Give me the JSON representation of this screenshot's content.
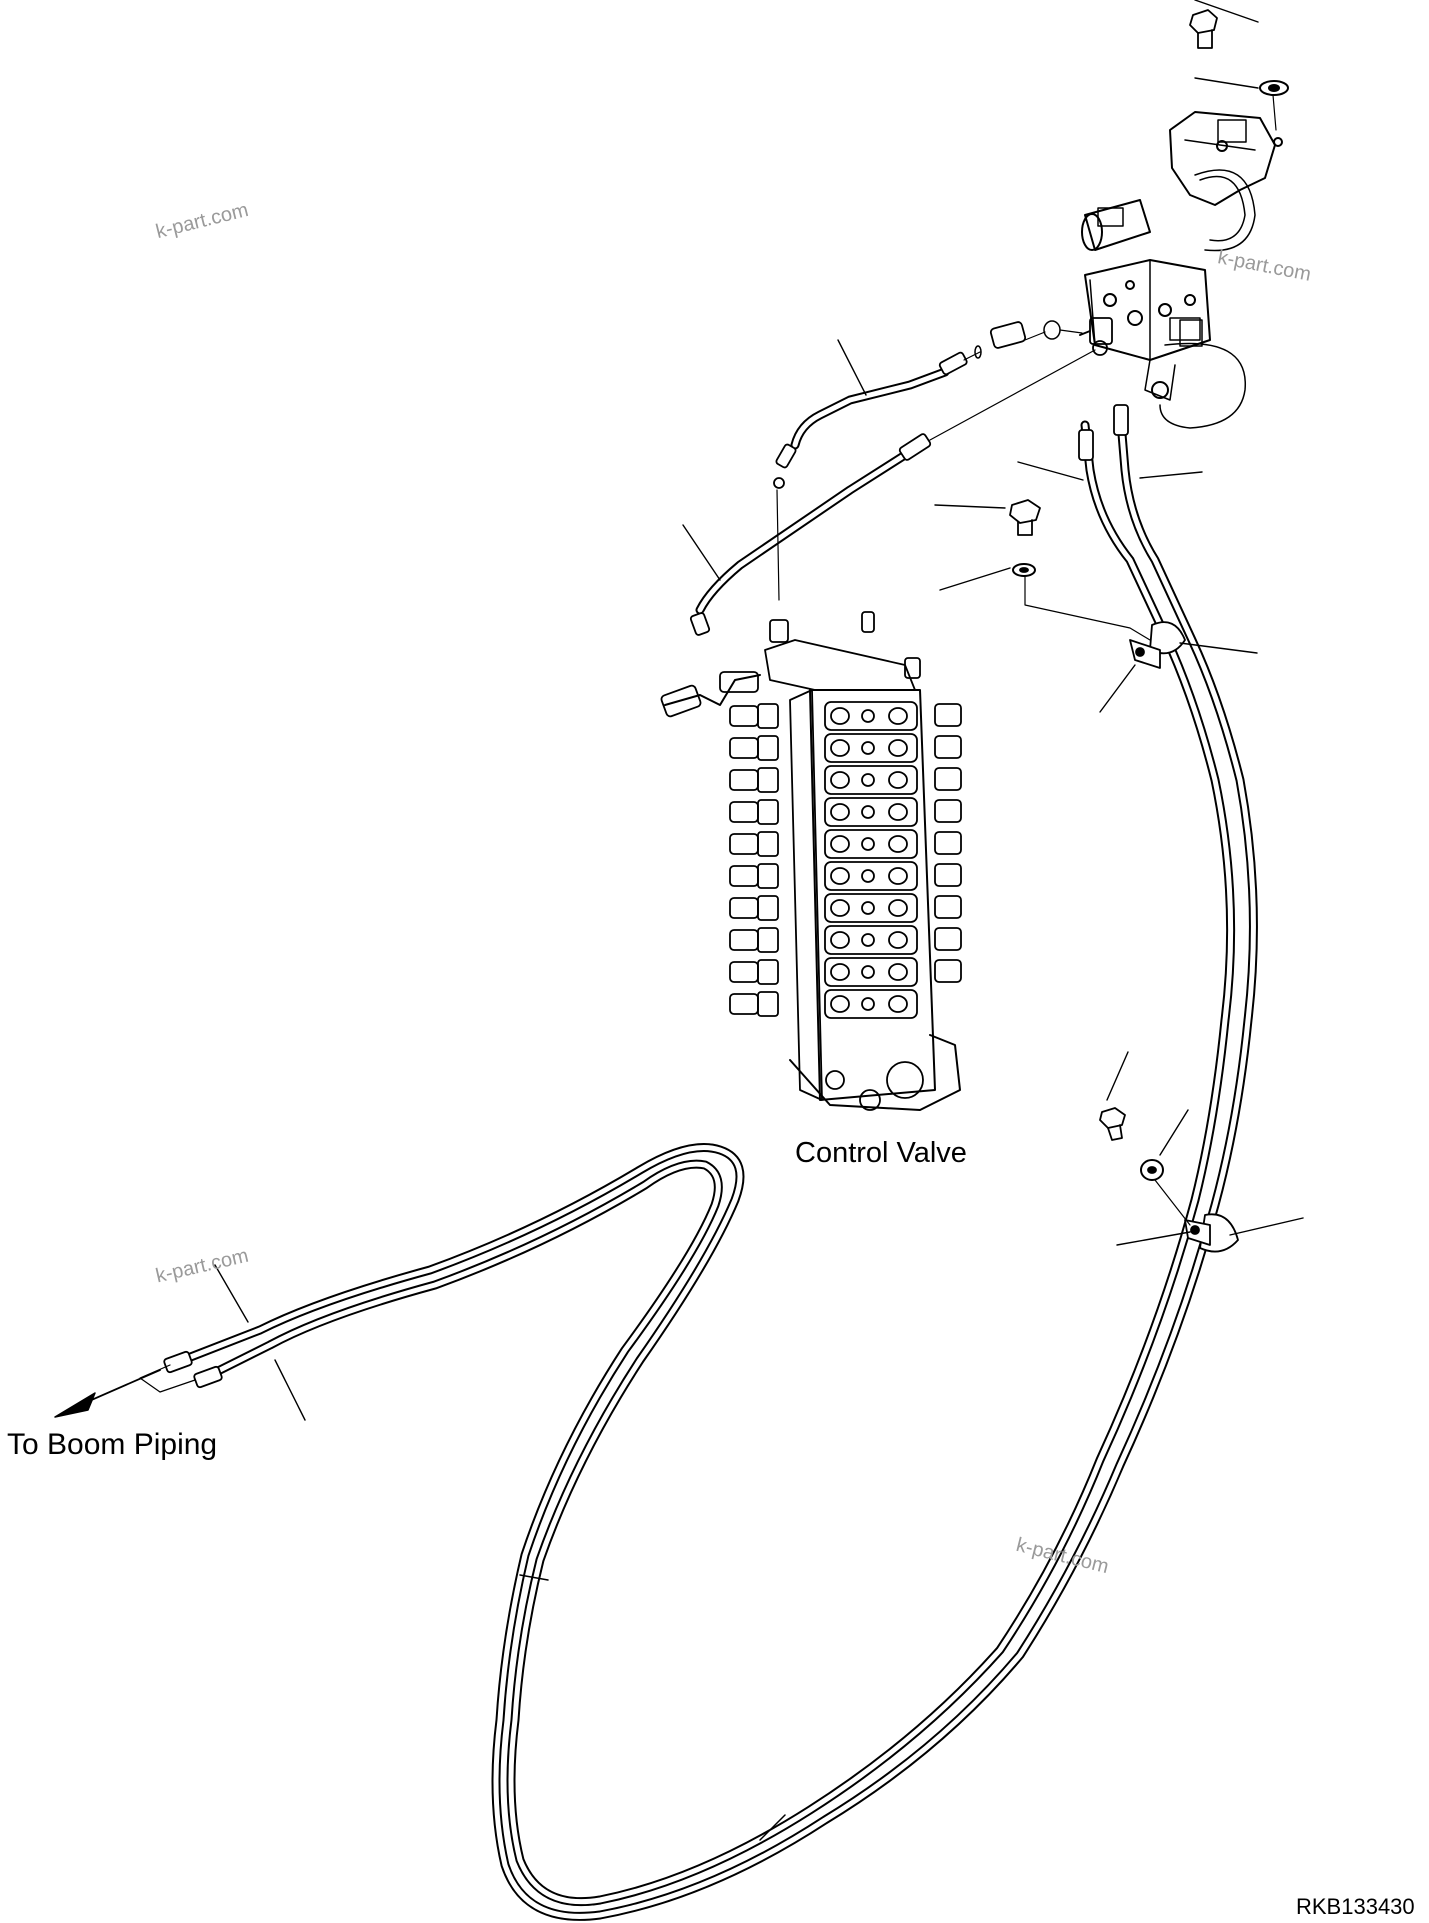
{
  "labels": {
    "control_valve": "Control Valve",
    "boom_piping": "To Boom Piping",
    "drawing_code": "RKB133430"
  },
  "watermark": "k-part.com",
  "colors": {
    "line": "#000000",
    "watermark": "#9a9a9a",
    "background": "#ffffff"
  }
}
